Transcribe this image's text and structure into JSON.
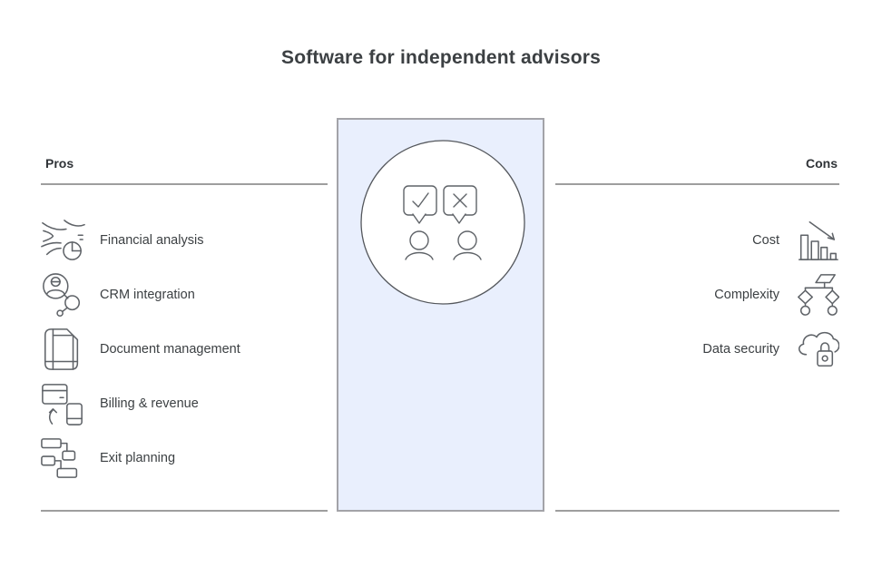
{
  "title": "Software for independent advisors",
  "pros": {
    "heading": "Pros",
    "items": [
      {
        "label": "Financial analysis",
        "icon": "financial-analysis-icon"
      },
      {
        "label": "CRM integration",
        "icon": "crm-integration-icon"
      },
      {
        "label": "Document management",
        "icon": "document-management-icon"
      },
      {
        "label": "Billing & revenue",
        "icon": "billing-revenue-icon"
      },
      {
        "label": "Exit planning",
        "icon": "exit-planning-icon"
      }
    ]
  },
  "cons": {
    "heading": "Cons",
    "items": [
      {
        "label": "Cost",
        "icon": "cost-decline-chart-icon"
      },
      {
        "label": "Complexity",
        "icon": "complexity-flowchart-icon"
      },
      {
        "label": "Data security",
        "icon": "cloud-lock-icon"
      }
    ]
  },
  "center": {
    "icon": "feedback-approve-reject-people-icon"
  },
  "colors": {
    "panel_fill": "#e9effd",
    "panel_border": "#a3a3a8",
    "divider_gray": "#9e9e9e",
    "icon_stroke": "#5f6368",
    "text": "#3c4043"
  }
}
